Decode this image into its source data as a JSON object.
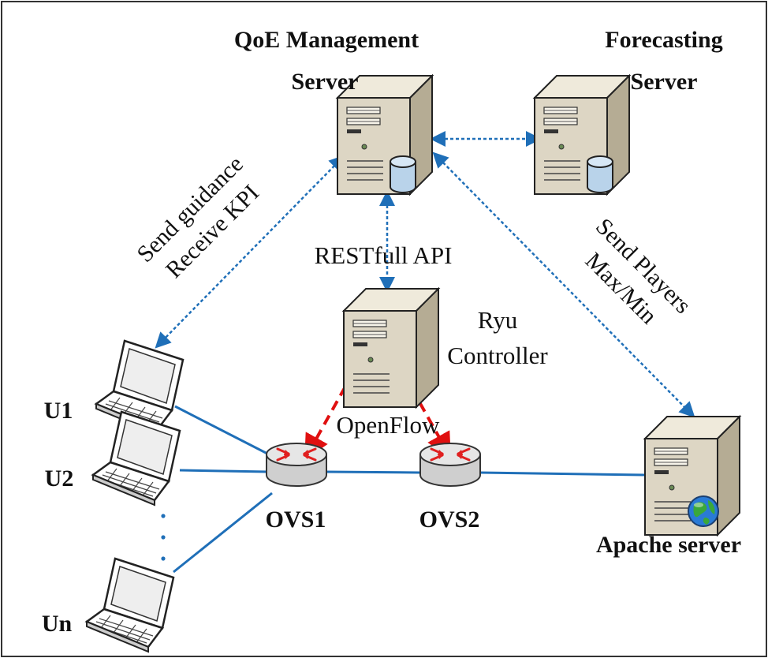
{
  "labels": {
    "qoe_line1": "QoE Management",
    "qoe_line2": "Server",
    "forecast_line1": "Forecasting",
    "forecast_line2": "Server",
    "ryu_line1": "Ryu",
    "ryu_line2": "Controller",
    "restful": "RESTfull API",
    "openflow": "OpenFlow",
    "guidance_line1": "Send guidance",
    "guidance_line2": "Receive KPI",
    "players_line1": "Send Players",
    "players_line2": "Max/Min",
    "ovs1": "OVS1",
    "ovs2": "OVS2",
    "apache": "Apache server",
    "u1": "U1",
    "u2": "U2",
    "un": "Un"
  },
  "colors": {
    "link_blue": "#1f6fb8",
    "dotted_blue": "#1f6fb8",
    "openflow_red": "#e01010",
    "server_body": "#ddd6c4",
    "server_side": "#b5ac94",
    "server_top": "#efeadb",
    "database": "#b9d3ea",
    "router_body": "#cfcfcf",
    "router_arrow": "#e02020",
    "globe_blue": "#2a7bd6",
    "globe_green": "#3aa83a"
  },
  "icons": {
    "server": "server-icon",
    "database": "database-icon",
    "router": "router-icon",
    "laptop": "laptop-icon",
    "globe": "globe-icon"
  }
}
